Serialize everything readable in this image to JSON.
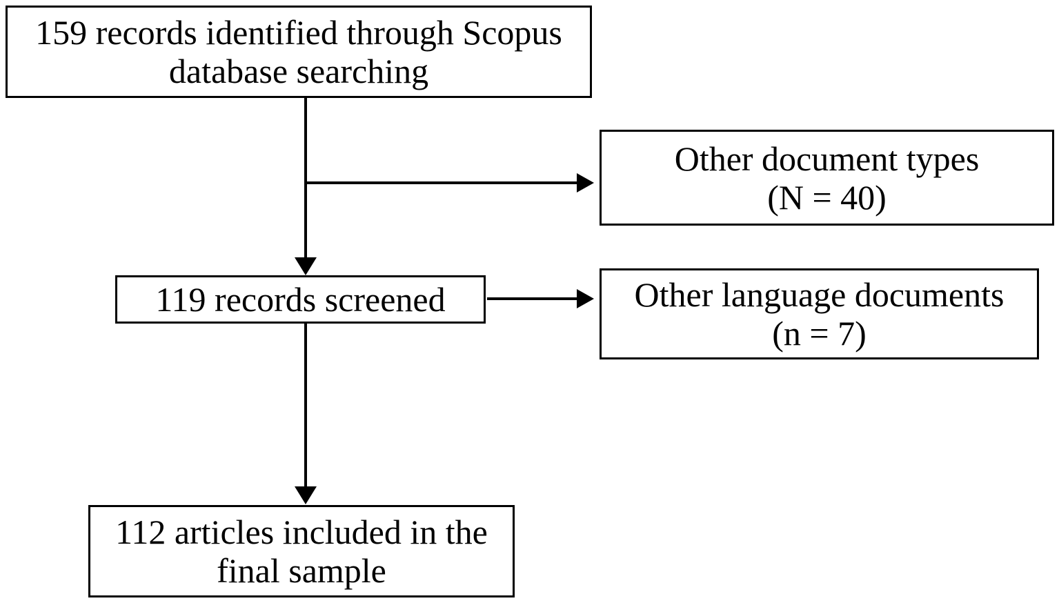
{
  "flowchart": {
    "identified": {
      "line1": "159 records identified through Scopus",
      "line2": "database searching"
    },
    "doc_types": {
      "line1": "Other document types",
      "line2": "(N = 40)"
    },
    "screened": {
      "line1": "119 records screened"
    },
    "language": {
      "line1": "Other language documents",
      "line2": "(n = 7)"
    },
    "included": {
      "line1": "112 articles included in the",
      "line2": "final sample"
    }
  },
  "colors": {
    "background": "#ffffff",
    "box_border": "#000000",
    "text": "#000000",
    "arrow": "#000000"
  }
}
